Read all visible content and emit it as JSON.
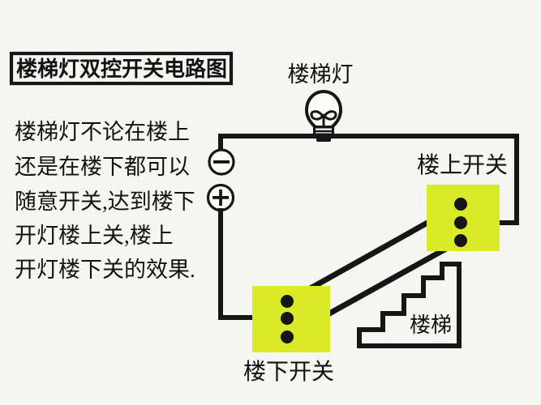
{
  "title": {
    "text": "楼梯灯双控开关电路图"
  },
  "description": {
    "lines": [
      "楼梯灯不论在楼上",
      "还是在楼下都可以",
      "随意开关,达到楼下",
      "开灯楼上关,楼上",
      "开灯楼下关的效果."
    ]
  },
  "labels": {
    "lamp": "楼梯灯",
    "upstairs_switch": "楼上开关",
    "downstairs_switch": "楼下开关",
    "stairs": "楼梯"
  },
  "battery": {
    "minus_symbol": "−",
    "plus_symbol": "+"
  },
  "colors": {
    "background": "#f5f5f2",
    "wire": "#161616",
    "switch_fill": "#dbea28",
    "text": "#121212"
  }
}
